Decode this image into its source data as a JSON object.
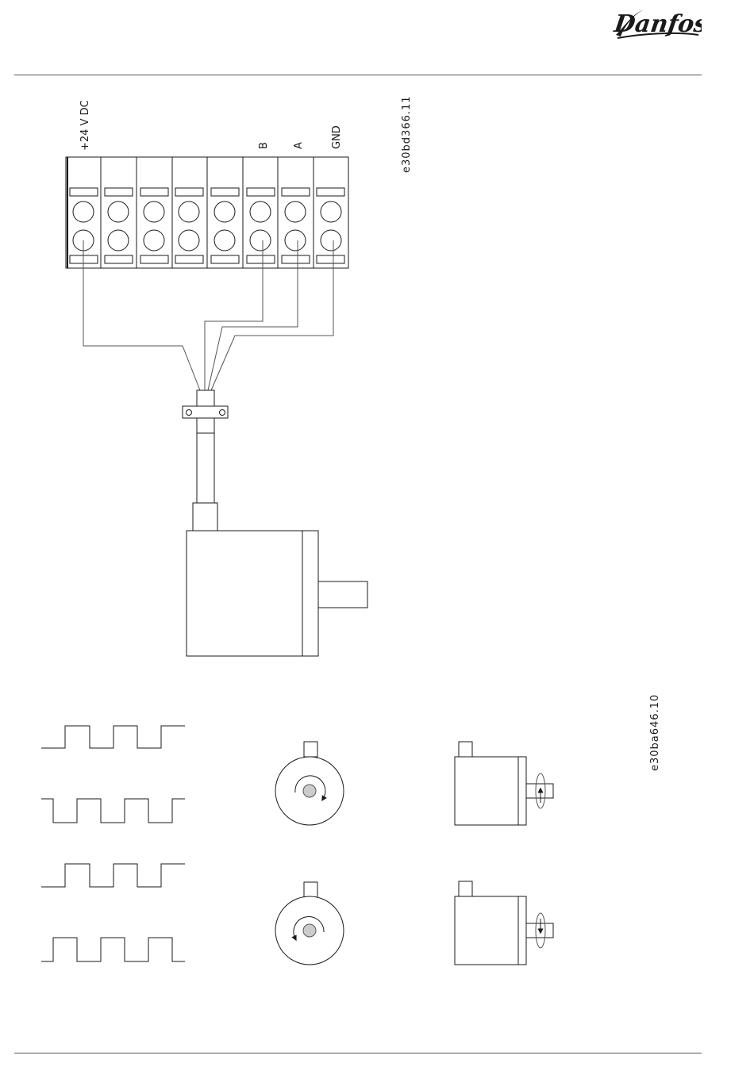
{
  "header": {
    "brand_logo": "Danfoss"
  },
  "terminal_block": {
    "labels": [
      {
        "terminal": 1,
        "text": "+24 V DC"
      },
      {
        "terminal": 6,
        "text": "B"
      },
      {
        "terminal": 7,
        "text": "A"
      },
      {
        "terminal": 8,
        "text": "GND"
      }
    ]
  },
  "figure_codes": {
    "wiring": "e30bd366.11",
    "rotation": "e30ba646.10"
  }
}
